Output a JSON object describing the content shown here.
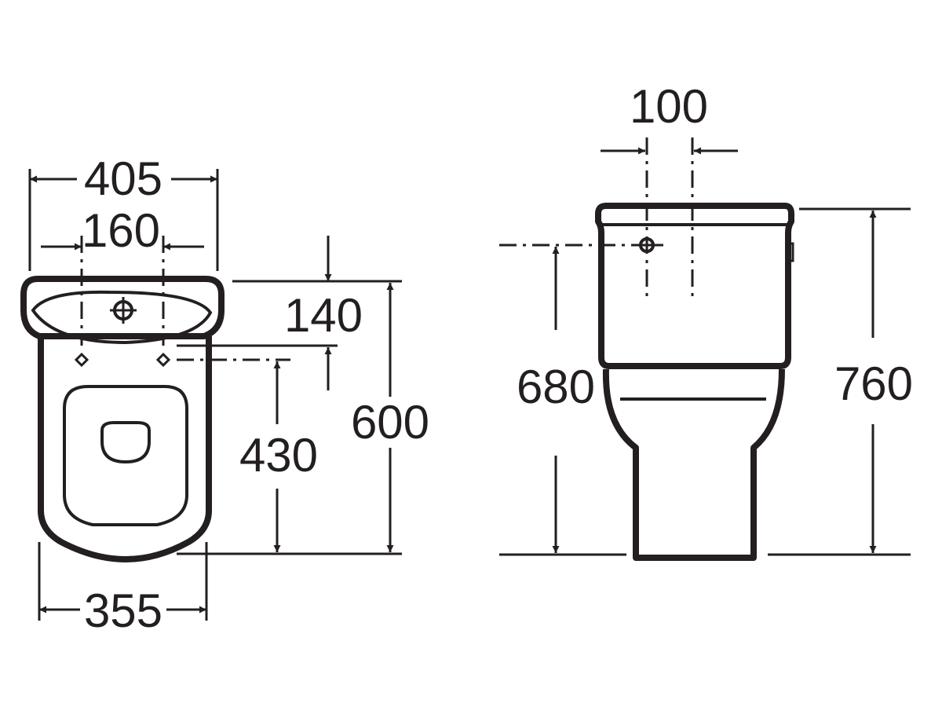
{
  "dimensions": {
    "top_view": {
      "overall_width": "405",
      "fixing_centres": "160",
      "front_to_fixings": "140",
      "overall_depth": "600",
      "fixings_to_rear": "430",
      "base_width": "355"
    },
    "front_view": {
      "outlet_spacing": "100",
      "inlet_height": "680",
      "overall_height": "760"
    }
  },
  "colors": {
    "ink": "#231f20",
    "background": "#ffffff"
  }
}
